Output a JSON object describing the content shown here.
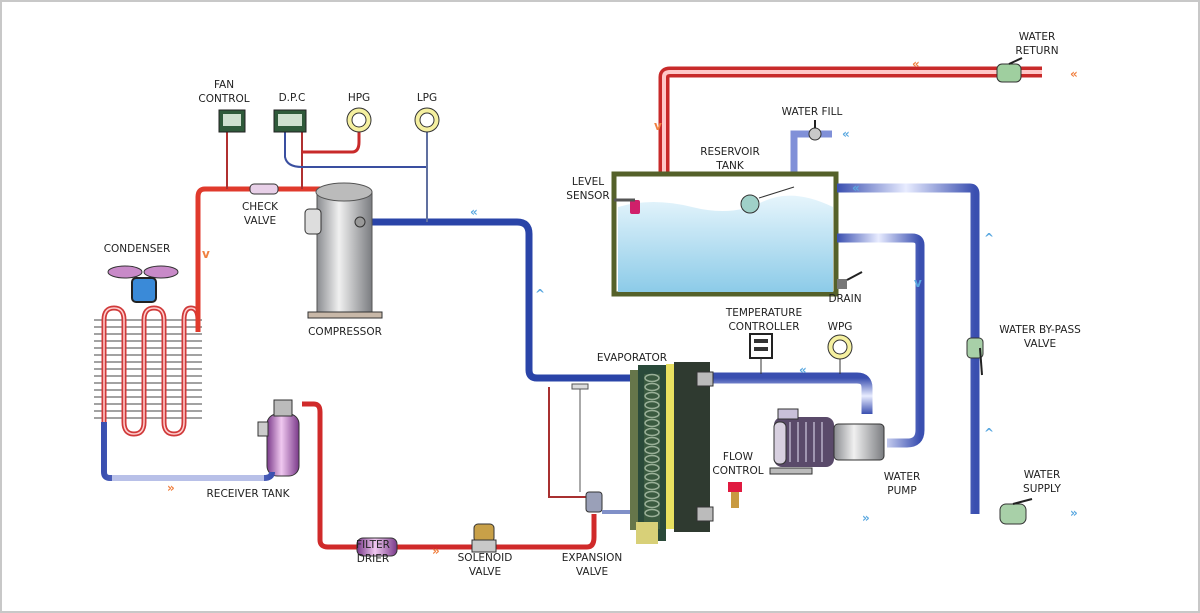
{
  "labels": {
    "fan_control": [
      "FAN",
      "CONTROL"
    ],
    "dpc": "D.P.C",
    "hpg": "HPG",
    "lpg": "LPG",
    "check_valve": [
      "CHECK",
      "VALVE"
    ],
    "condenser": "CONDENSER",
    "compressor": "COMPRESSOR",
    "receiver_tank": "RECEIVER  TANK",
    "filter_drier": [
      "FILTER",
      "DRIER"
    ],
    "solenoid_valve": [
      "SOLENOID",
      "VALVE"
    ],
    "expansion_valve": [
      "EXPANSION",
      "VALVE"
    ],
    "evaporator": "EVAPORATOR",
    "temperature_controller": [
      "TEMPERATURE",
      "CONTROLLER"
    ],
    "wpg": "WPG",
    "flow_control": [
      "FLOW",
      "CONTROL"
    ],
    "water_pump": [
      "WATER",
      "PUMP"
    ],
    "water_supply": [
      "WATER",
      "SUPPLY"
    ],
    "water_bypass_valve": [
      "WATER  BY-PASS",
      "VALVE"
    ],
    "drain": "DRAIN",
    "level_sensor": [
      "LEVEL",
      "SENSOR"
    ],
    "reservoir_tank": [
      "RESERVOIR",
      "TANK"
    ],
    "water_fill": "WATER FILL",
    "water_return": [
      "WATER",
      "RETURN"
    ]
  },
  "colors": {
    "hot_refrigerant": "#e0362c",
    "cold_refrigerant": "#2a4aa8",
    "water": "#6f7fd0",
    "water_tank": "#bfe3f5",
    "flow_arrow_cold": "#5aa8e0",
    "flow_arrow_hot": "#f08040"
  }
}
